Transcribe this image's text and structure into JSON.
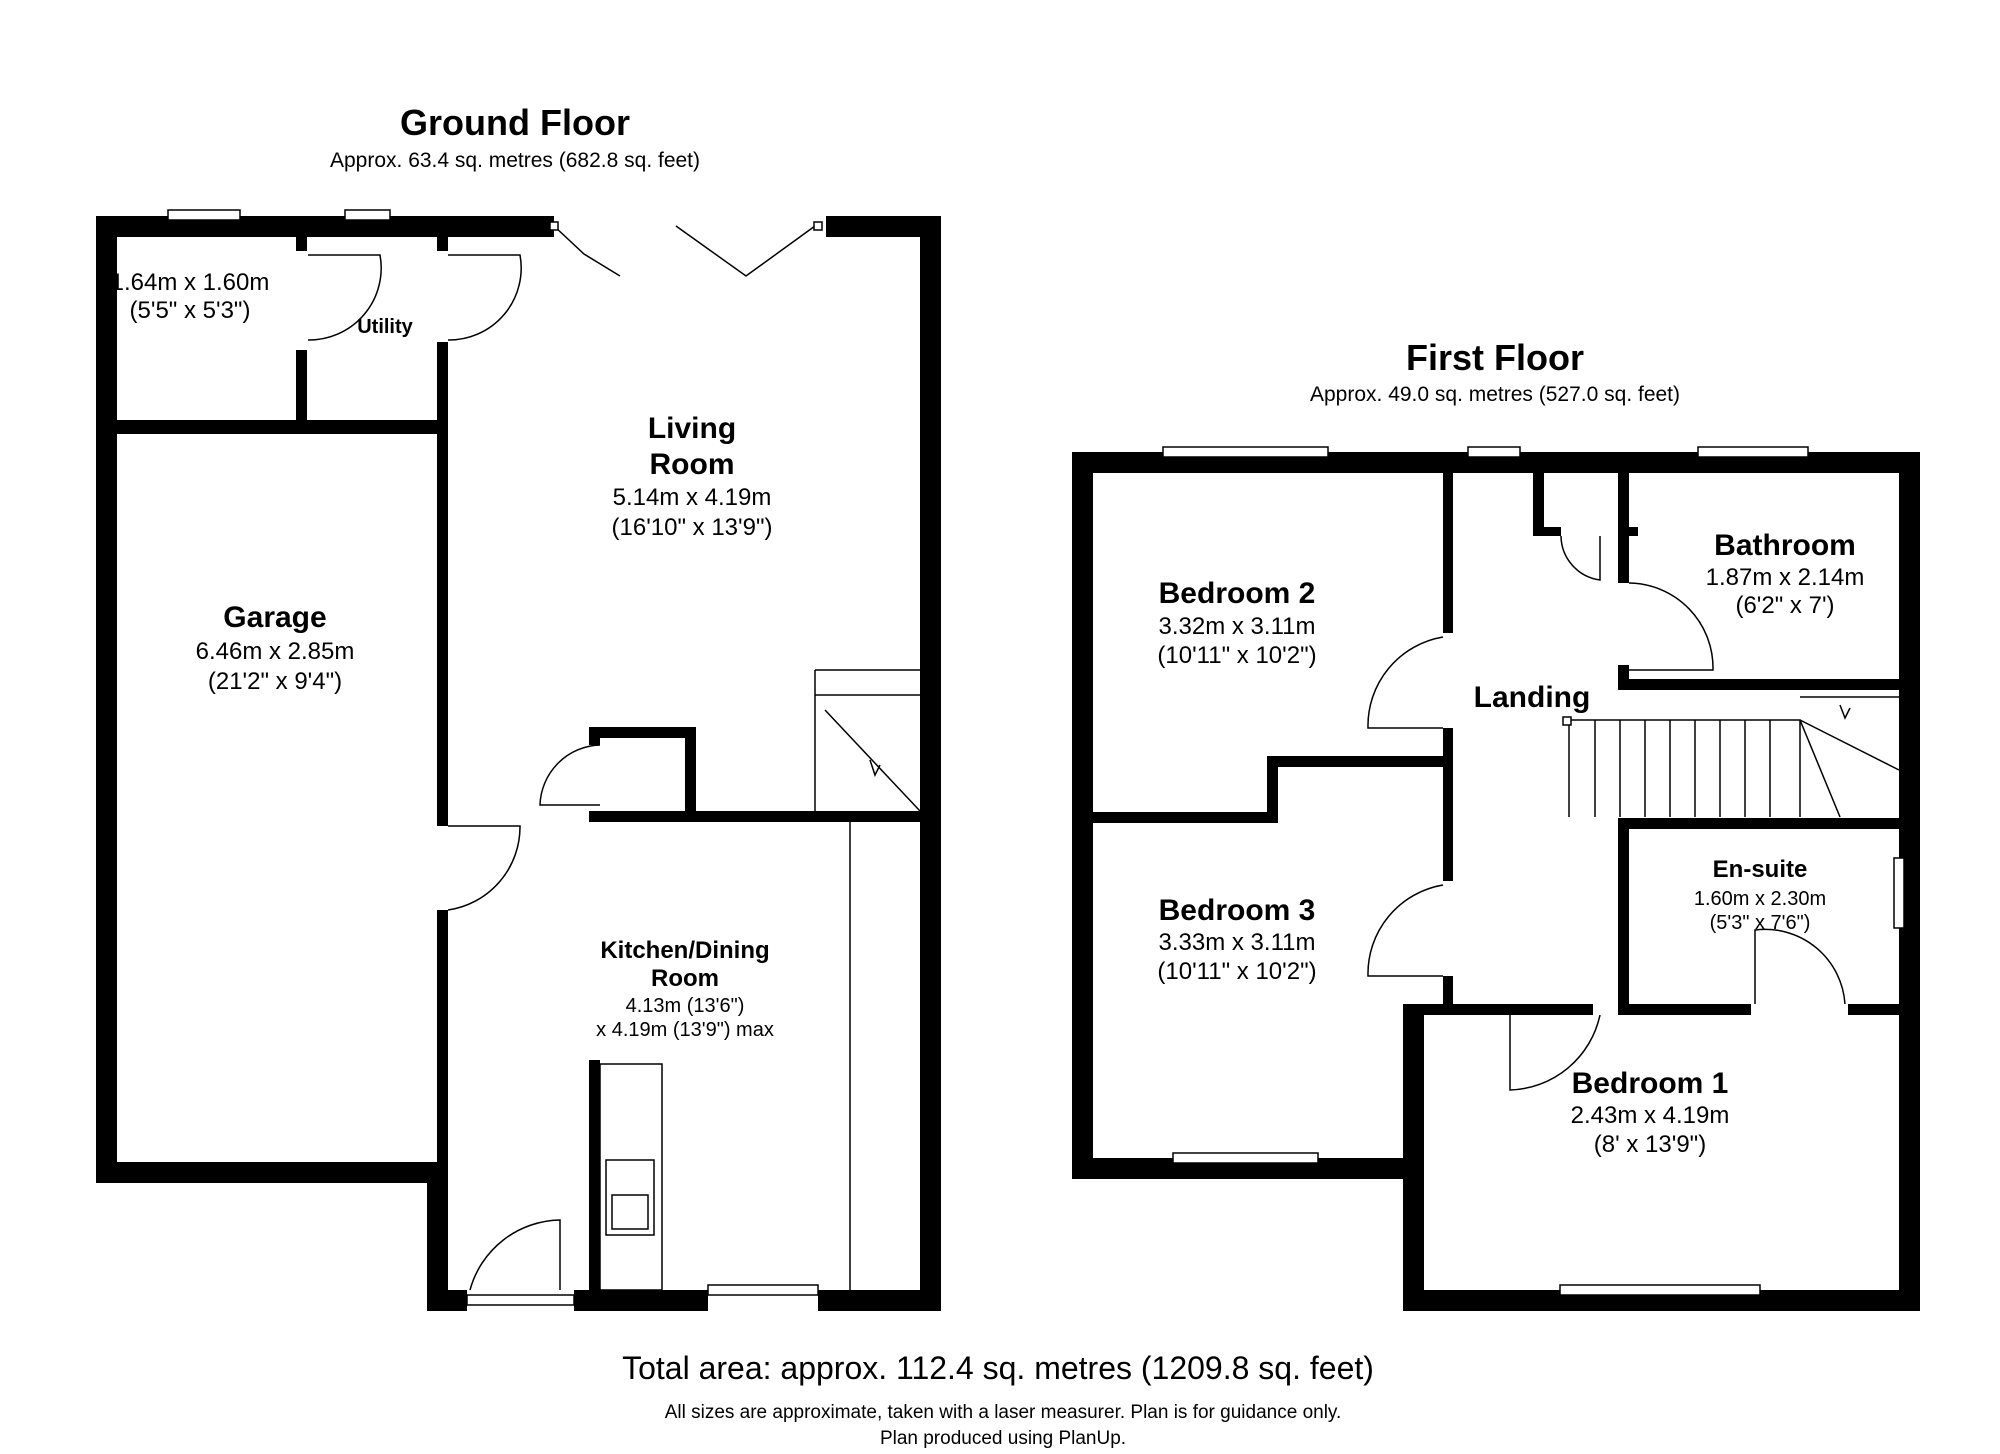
{
  "ground_floor": {
    "title": "Ground Floor",
    "area": "Approx. 63.4 sq. metres (682.8 sq. feet)",
    "rooms": {
      "store": {
        "dim_m": "1.64m x 1.60m",
        "dim_ft": "(5'5\" x 5'3\")"
      },
      "utility": {
        "name": "Utility"
      },
      "living": {
        "name_1": "Living",
        "name_2": "Room",
        "dim_m": "5.14m x 4.19m",
        "dim_ft": "(16'10\" x 13'9\")"
      },
      "garage": {
        "name": "Garage",
        "dim_m": "6.46m x 2.85m",
        "dim_ft": "(21'2\" x 9'4\")"
      },
      "kitchen": {
        "name_1": "Kitchen/Dining",
        "name_2": "Room",
        "dim_1": "4.13m (13'6\")",
        "dim_2": "x 4.19m (13'9\") max"
      }
    }
  },
  "first_floor": {
    "title": "First Floor",
    "area": "Approx. 49.0 sq. metres (527.0 sq. feet)",
    "rooms": {
      "bedroom2": {
        "name": "Bedroom 2",
        "dim_m": "3.32m x 3.11m",
        "dim_ft": "(10'11\" x 10'2\")"
      },
      "bathroom": {
        "name": "Bathroom",
        "dim_m": "1.87m x 2.14m",
        "dim_ft": "(6'2\" x 7')"
      },
      "landing": {
        "name": "Landing"
      },
      "bedroom3": {
        "name": "Bedroom 3",
        "dim_m": "3.33m x 3.11m",
        "dim_ft": "(10'11\" x 10'2\")"
      },
      "ensuite": {
        "name": "En-suite",
        "dim_m": "1.60m x 2.30m",
        "dim_ft": "(5'3\" x 7'6\")"
      },
      "bedroom1": {
        "name": "Bedroom 1",
        "dim_m": "2.43m x 4.19m",
        "dim_ft": "(8' x 13'9\")"
      }
    }
  },
  "footer": {
    "total": "Total area: approx. 112.4 sq. metres (1209.8 sq. feet)",
    "note_1": "All sizes are approximate, taken with a laser measurer. Plan is for guidance only.",
    "note_2": "Plan produced using PlanUp."
  }
}
